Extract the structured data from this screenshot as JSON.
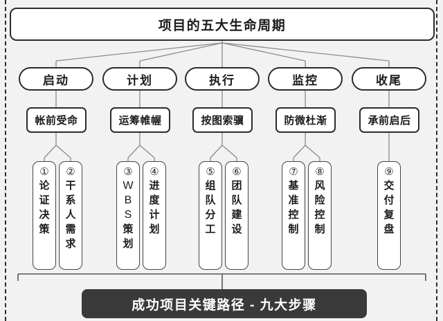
{
  "diagram": {
    "title": "项目的五大生命周期",
    "footer_banner": "成功项目关键路径 - 九大步骤",
    "colors": {
      "background": "#f2f2f2",
      "box_border": "#2b2b2b",
      "box_fill": "#ffffff",
      "banner_fill": "#3a3a3a",
      "banner_text": "#ffffff",
      "connector": "#8a8a8a"
    },
    "phases": [
      {
        "phase": "启动",
        "idiom": "帐前受命",
        "steps": [
          {
            "num": "①",
            "label": "论证决策",
            "chars": [
              "论",
              "证",
              "决",
              "策"
            ]
          },
          {
            "num": "②",
            "label": "干系人需求",
            "chars": [
              "干",
              "系",
              "人",
              "需",
              "求"
            ]
          }
        ]
      },
      {
        "phase": "计划",
        "idiom": "运筹帷幄",
        "steps": [
          {
            "num": "③",
            "label": "WBS策划",
            "chars": [
              "W",
              "B",
              "S",
              "策",
              "划"
            ]
          },
          {
            "num": "④",
            "label": "进度计划",
            "chars": [
              "进",
              "度",
              "计",
              "划"
            ]
          }
        ]
      },
      {
        "phase": "执行",
        "idiom": "按图索骥",
        "steps": [
          {
            "num": "⑤",
            "label": "组队分工",
            "chars": [
              "组",
              "队",
              "分",
              "工"
            ]
          },
          {
            "num": "⑥",
            "label": "团队建设",
            "chars": [
              "团",
              "队",
              "建",
              "设"
            ]
          }
        ]
      },
      {
        "phase": "监控",
        "idiom": "防微杜渐",
        "steps": [
          {
            "num": "⑦",
            "label": "基准控制",
            "chars": [
              "基",
              "准",
              "控",
              "制"
            ]
          },
          {
            "num": "⑧",
            "label": "风险控制",
            "chars": [
              "风",
              "险",
              "控",
              "制"
            ]
          }
        ]
      },
      {
        "phase": "收尾",
        "idiom": "承前启后",
        "steps": [
          {
            "num": "⑨",
            "label": "交付复盘",
            "chars": [
              "交",
              "付",
              "复",
              "盘"
            ]
          }
        ]
      }
    ]
  }
}
